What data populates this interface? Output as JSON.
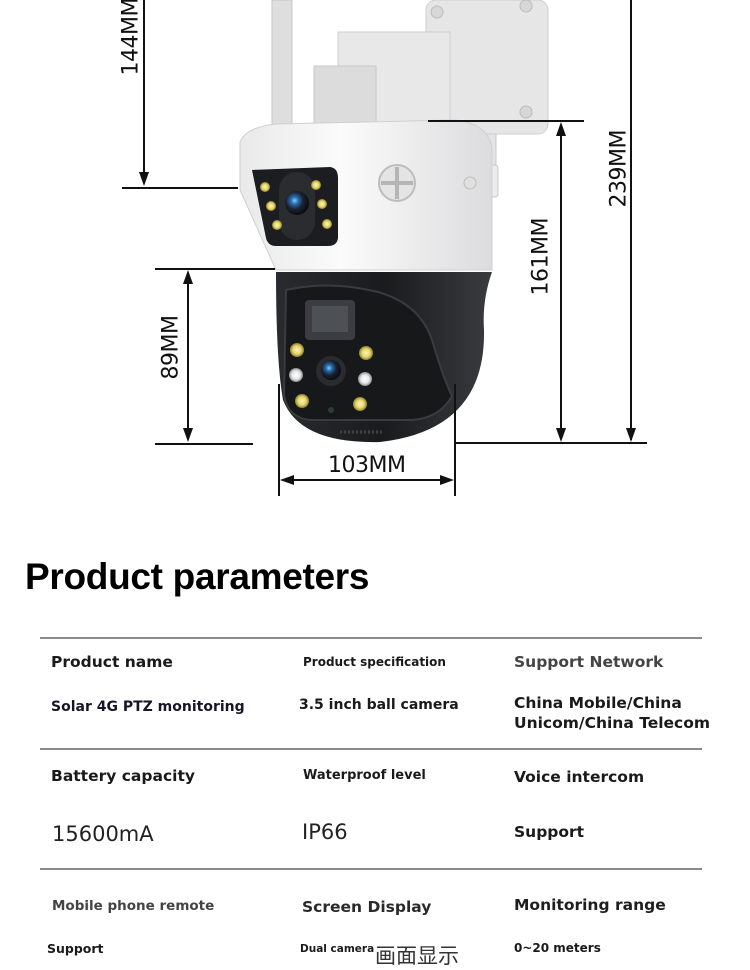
{
  "diagram": {
    "dimensions": {
      "top_height": "144MM",
      "total_height": "239MM",
      "body_height": "161MM",
      "dome_height": "89MM",
      "dome_width": "103MM"
    }
  },
  "section": {
    "title": "Product parameters"
  },
  "parameters": {
    "rows": [
      {
        "cells": [
          {
            "label": "Product name",
            "value": "Solar 4G PTZ monitoring"
          },
          {
            "label": "Product specification",
            "value": "3.5 inch ball camera"
          },
          {
            "label": "Support Network",
            "value_line1": "China Mobile/China",
            "value_line2": "Unicom/China Telecom"
          }
        ]
      },
      {
        "cells": [
          {
            "label": "Battery capacity",
            "value": "15600mA"
          },
          {
            "label": "Waterproof level",
            "value": "IP66"
          },
          {
            "label": "Voice intercom",
            "value": "Support"
          }
        ]
      },
      {
        "cells": [
          {
            "label": "Mobile phone remote",
            "value": "Support"
          },
          {
            "label": "Screen Display",
            "value": "Dual camera",
            "value_extra": "画面显示"
          },
          {
            "label": "Monitoring range",
            "value": "0~20 meters"
          }
        ]
      }
    ]
  },
  "colors": {
    "separator": "#8a8a8a",
    "camera_white": "#f2f2f2",
    "camera_black": "#1e1f22",
    "led_yellow": "#e8dc7a",
    "lens_blue": "#3a8fe0"
  }
}
